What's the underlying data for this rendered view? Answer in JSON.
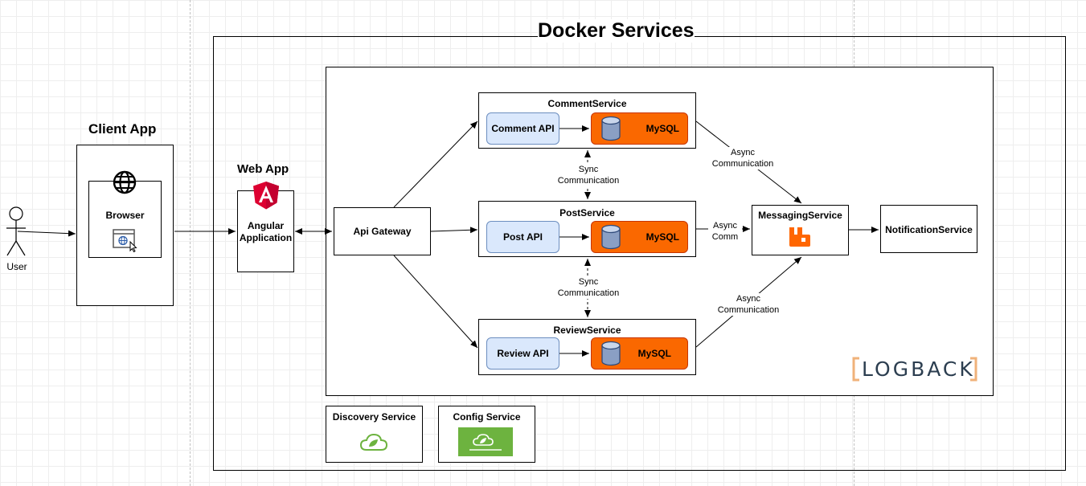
{
  "groups": {
    "docker": "Docker Services",
    "client_app": "Client App",
    "web_app": "Web App"
  },
  "nodes": {
    "user": "User",
    "browser": "Browser",
    "angular": "Angular Application",
    "api_gateway": "Api Gateway",
    "comment_service": "CommentService",
    "comment_api": "Comment API",
    "post_service": "PostService",
    "post_api": "Post API",
    "review_service": "ReviewService",
    "review_api": "Review API",
    "mysql": "MySQL",
    "messaging": "MessagingService",
    "notification": "NotificationService",
    "discovery": "Discovery Service",
    "config": "Config Service",
    "logback": "LOGBACK"
  },
  "edges": {
    "sync1": "Sync\nCommunication",
    "sync2": "Sync\nCommunication",
    "async_comment": "Async\nCommunication",
    "async_post": "Async\nComm",
    "async_review": "Async\nCommunication"
  },
  "colors": {
    "api_fill": "#dae8fc",
    "db_fill": "#fa6800",
    "angular_red": "#dd0031",
    "spring_green": "#6db33f",
    "rabbit_orange": "#ff6600",
    "logback_bracket": "#f0b27a"
  }
}
